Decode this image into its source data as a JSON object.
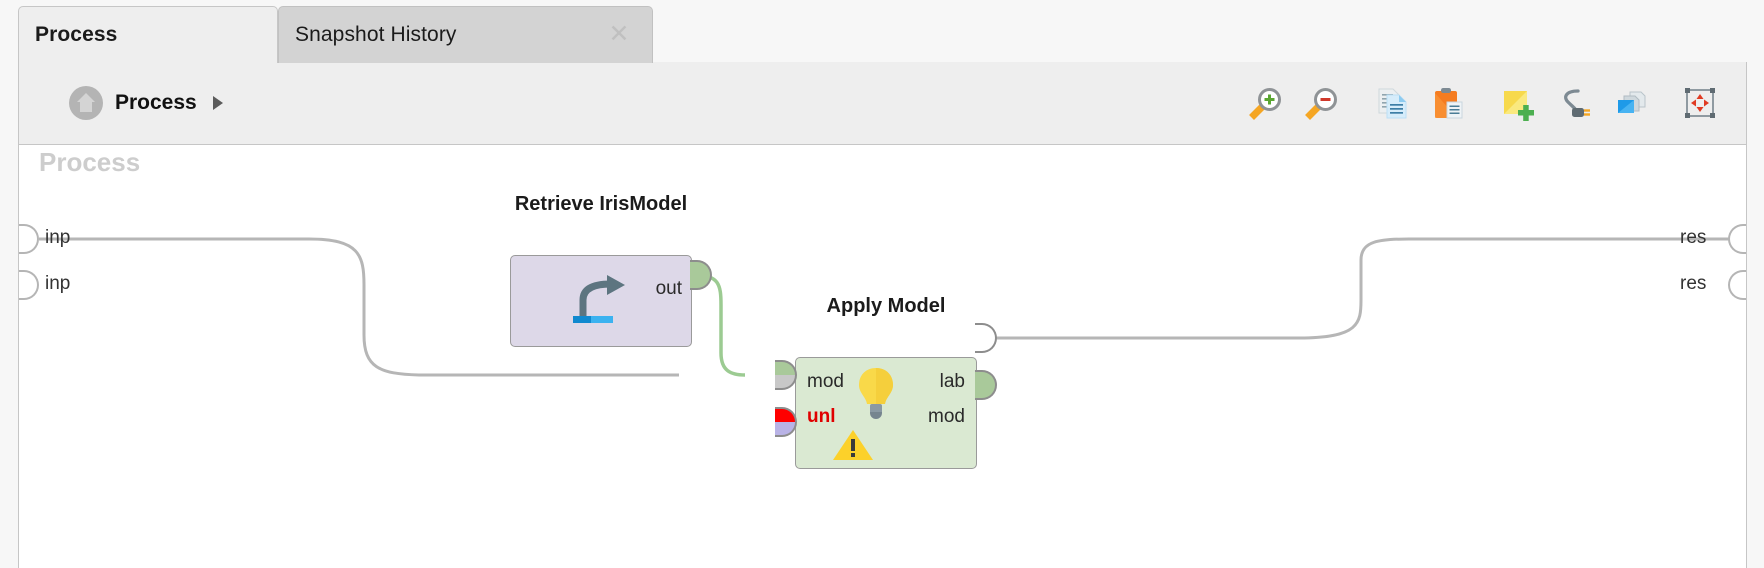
{
  "window": {
    "tabs": [
      {
        "label": "Process",
        "active": true,
        "closable": false
      },
      {
        "label": "Snapshot History",
        "active": false,
        "closable": true,
        "close_icon": "close-icon"
      }
    ]
  },
  "toolbar": {
    "breadcrumb": {
      "up_icon": "arrow-up-circle-icon",
      "label": "Process",
      "expand_icon": "triangle-right-icon"
    },
    "buttons": [
      {
        "name": "zoom-in-button",
        "icon": "magnifier-plus-icon",
        "tooltip": "Zoom In"
      },
      {
        "name": "zoom-out-button",
        "icon": "magnifier-minus-icon",
        "tooltip": "Zoom Out"
      },
      {
        "name": "copy-button",
        "icon": "documents-copy-icon",
        "tooltip": "Copy"
      },
      {
        "name": "paste-button",
        "icon": "clipboard-paste-icon",
        "tooltip": "Paste"
      },
      {
        "name": "add-note-button",
        "icon": "note-add-icon",
        "tooltip": "Add Note"
      },
      {
        "name": "auto-wire-button",
        "icon": "plug-cable-icon",
        "tooltip": "Auto Wire"
      },
      {
        "name": "arrange-button",
        "icon": "layers-cubes-icon",
        "tooltip": "Arrange Operators"
      },
      {
        "name": "autofit-button",
        "icon": "fit-frame-arrows-icon",
        "tooltip": "Auto Fit"
      }
    ]
  },
  "canvas": {
    "watermark": "Process",
    "process_inputs": [
      {
        "label": "inp"
      },
      {
        "label": "inp"
      }
    ],
    "process_results": [
      {
        "label": "res"
      },
      {
        "label": "res"
      }
    ],
    "operators": [
      {
        "name": "retrieve-irismodel",
        "title": "Retrieve IrisModel",
        "icon": "retrieve-arrow-icon",
        "color": "#ddd8e8",
        "outputs": [
          {
            "label": "out",
            "state": "connected-green"
          }
        ],
        "inputs": []
      },
      {
        "name": "apply-model",
        "title": "Apply Model",
        "icon": "lightbulb-icon",
        "status_icon": "warning-triangle-icon",
        "color": "#dae9d2",
        "inputs": [
          {
            "label": "mod",
            "state": "half-green",
            "error": false
          },
          {
            "label": "unl",
            "state": "red-lavender",
            "error": true
          }
        ],
        "outputs": [
          {
            "label": "lab",
            "state": "connected-white"
          },
          {
            "label": "mod",
            "state": "green"
          }
        ]
      }
    ]
  },
  "colors": {
    "retrieve_body": "#ddd8e8",
    "apply_body": "#dae9d2",
    "port_green": "#a9c99a",
    "port_error_red": "#ff0000",
    "port_lavender": "#b9b3e6",
    "wire_gray": "#b6b6b6",
    "wire_green": "#9ccb92",
    "error_text": "#e00000",
    "tab_active_bg": "#eeeeee",
    "tab_inactive_bg": "#d3d3d3",
    "toolbar_bg": "#eeeeee",
    "canvas_bg": "#ffffff"
  }
}
